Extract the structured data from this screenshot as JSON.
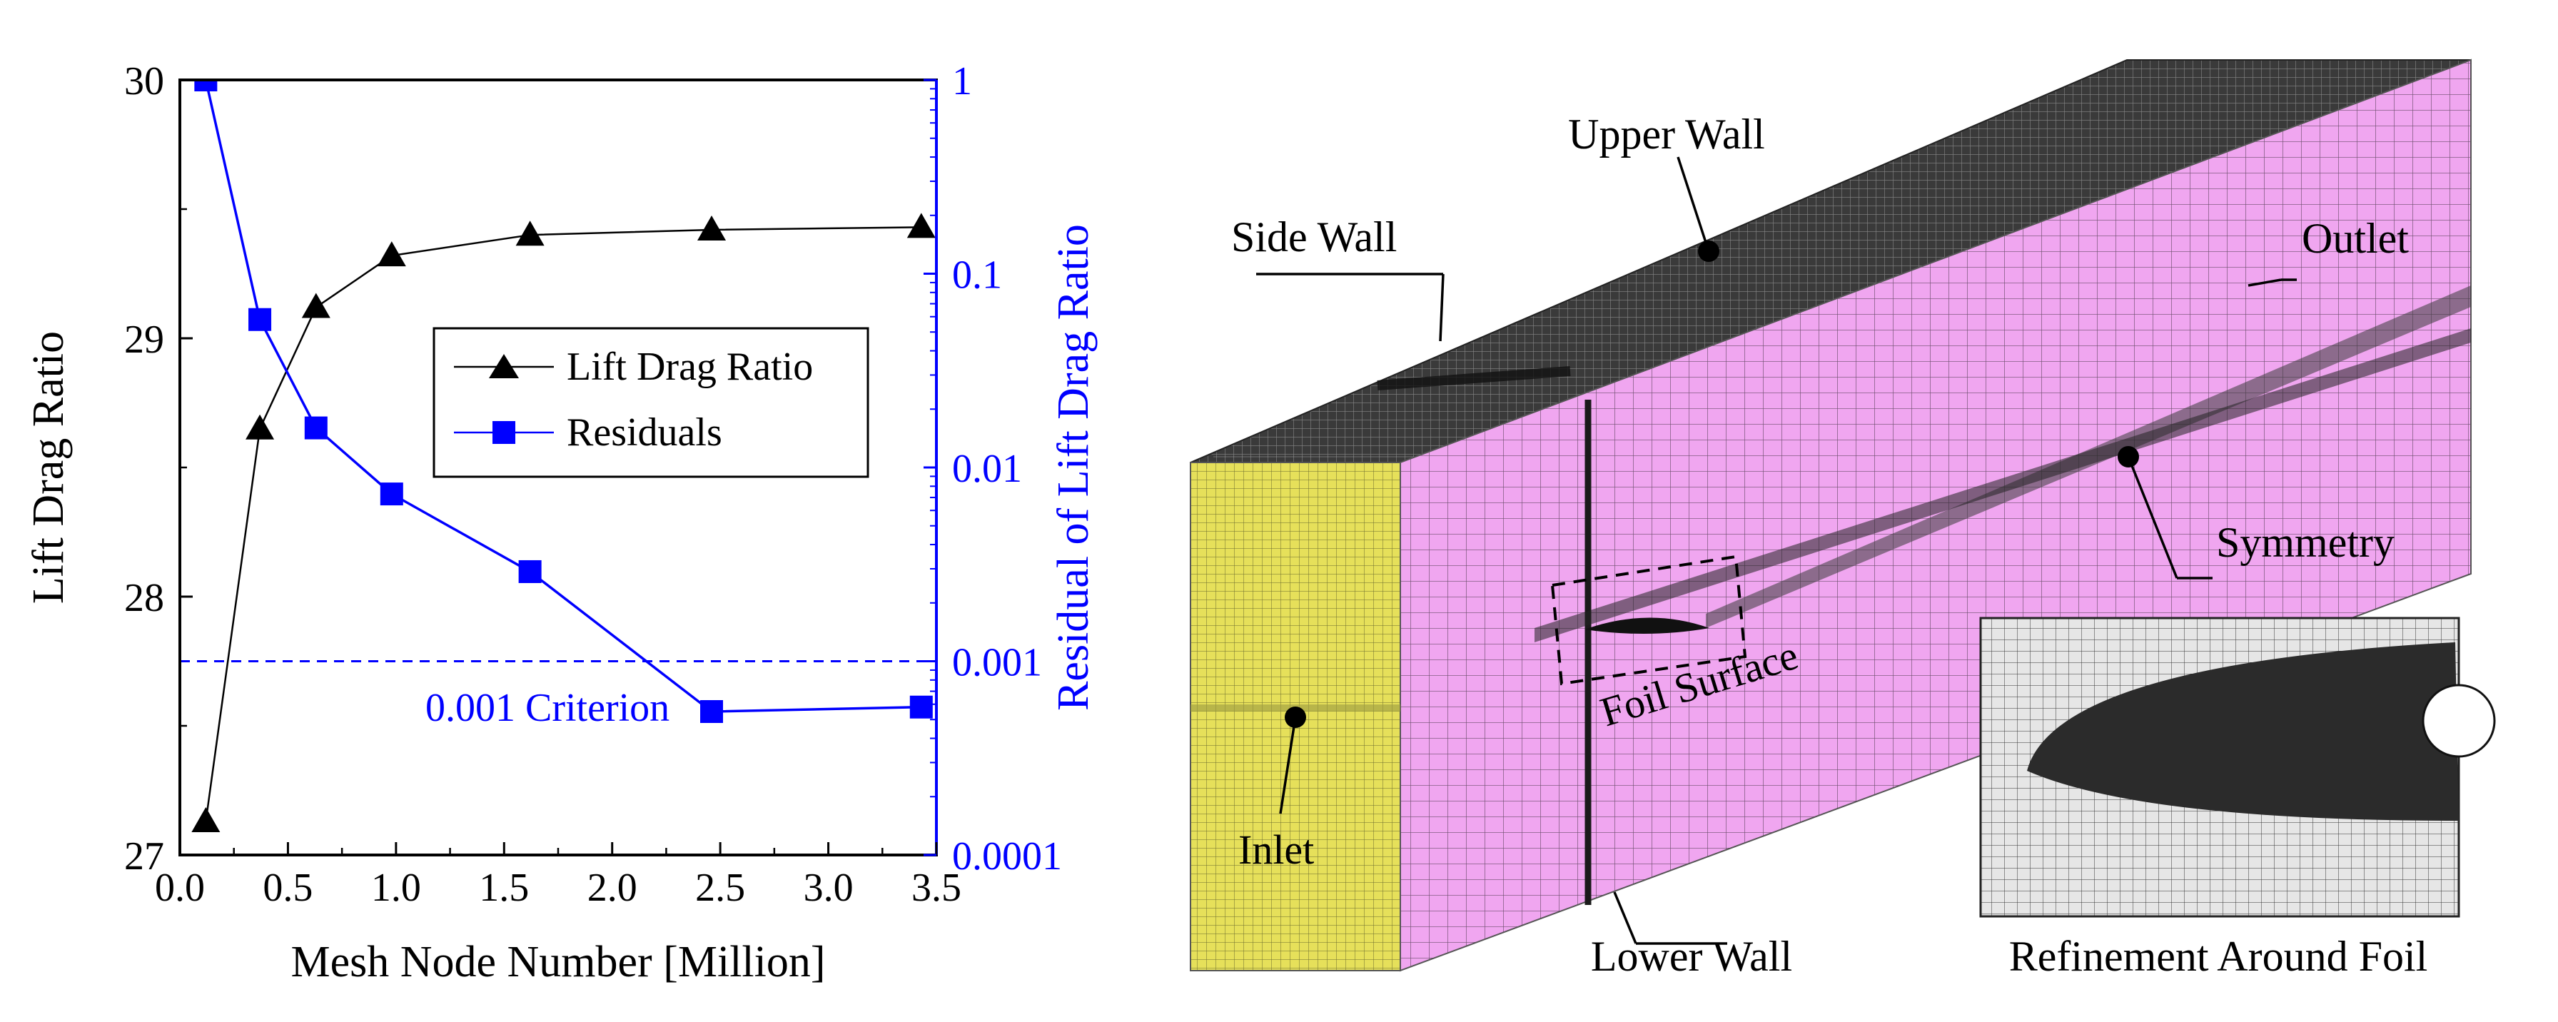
{
  "chart_data": [
    {
      "type": "line",
      "title": "",
      "xlabel": "Mesh Node Number [Million]",
      "ylabel": "Lift Drag Ratio",
      "y2label": "Residual of Lift Drag Ratio",
      "xlim": [
        0.0,
        3.5
      ],
      "ylim": [
        27,
        30
      ],
      "y2lim": [
        0.0001,
        1
      ],
      "y2scale": "log",
      "grid": false,
      "legend_position": "center-right",
      "x_ticks": [
        "0.0",
        "0.5",
        "1.0",
        "1.5",
        "2.0",
        "2.5",
        "3.0",
        "3.5"
      ],
      "y_ticks": [
        "27",
        "28",
        "29",
        "30"
      ],
      "y2_ticks": [
        "0.0001",
        "0.001",
        "0.01",
        "0.1",
        "1"
      ],
      "series": [
        {
          "name": "Lift Drag Ratio",
          "axis": "left",
          "color": "#000000",
          "marker": "triangle",
          "x": [
            0.12,
            0.37,
            0.63,
            0.98,
            1.62,
            2.46,
            3.43
          ],
          "y": [
            27.13,
            28.65,
            29.12,
            29.32,
            29.4,
            29.42,
            29.43
          ]
        },
        {
          "name": "Residuals",
          "axis": "right",
          "color": "#0000ff",
          "marker": "square",
          "x": [
            0.12,
            0.37,
            0.63,
            0.98,
            1.62,
            2.46,
            3.43
          ],
          "y": [
            1.0,
            0.058,
            0.016,
            0.0073,
            0.0029,
            0.00055,
            0.00058
          ]
        }
      ],
      "reference_line": {
        "value": 0.001,
        "axis": "right",
        "style": "dashed",
        "color": "#0000ff",
        "label": "0.001 Criterion"
      }
    }
  ],
  "mesh_panel": {
    "labels": {
      "upper_wall": "Upper Wall",
      "side_wall": "Side Wall",
      "outlet": "Outlet",
      "symmetry": "Symmetry",
      "foil_surface": "Foil Surface",
      "inlet": "Inlet",
      "lower_wall": "Lower Wall",
      "refinement": "Refinement Around Foil"
    },
    "colors": {
      "inlet": "#e6e05a",
      "side": "#f0a6f0",
      "top": "#2a2a2a",
      "inset_bg": "#d8d8d8"
    }
  }
}
